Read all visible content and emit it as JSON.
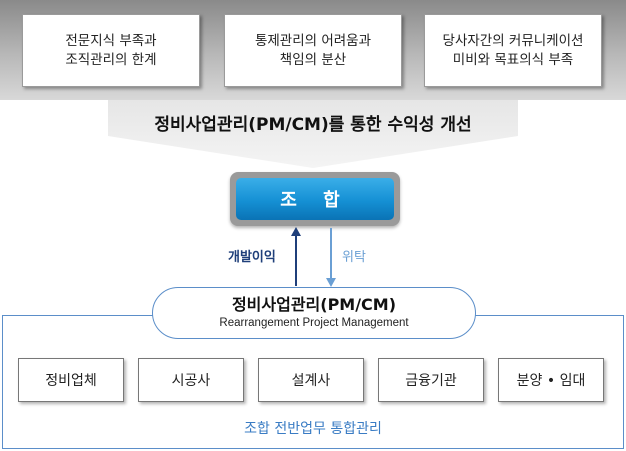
{
  "problems": [
    {
      "text": "전문지식 부족과\n조직관리의 한계"
    },
    {
      "text": "통제관리의 어려움과\n책임의 분산"
    },
    {
      "text": "당사자간의 커뮤니케이션\n미비와 목표의식 부족"
    }
  ],
  "funnel_title": "정비사업관리(PM/CM)를 통한 수익성 개선",
  "union_label": "조 합",
  "arrow_up_label": "개발이익",
  "arrow_down_label": "위탁",
  "pm": {
    "title": "정비사업관리(PM/CM)",
    "subtitle": "Rearrangement Project Management"
  },
  "entities": [
    "정비업체",
    "시공사",
    "설계사",
    "금융기관",
    "분양 • 임대"
  ],
  "footer": "조합 전반업무 통합관리",
  "colors": {
    "union_blue": "#1590d4",
    "up_arrow": "#1f3f7a",
    "down_arrow": "#6a9fd4",
    "frame_blue": "#5b8ec9"
  }
}
